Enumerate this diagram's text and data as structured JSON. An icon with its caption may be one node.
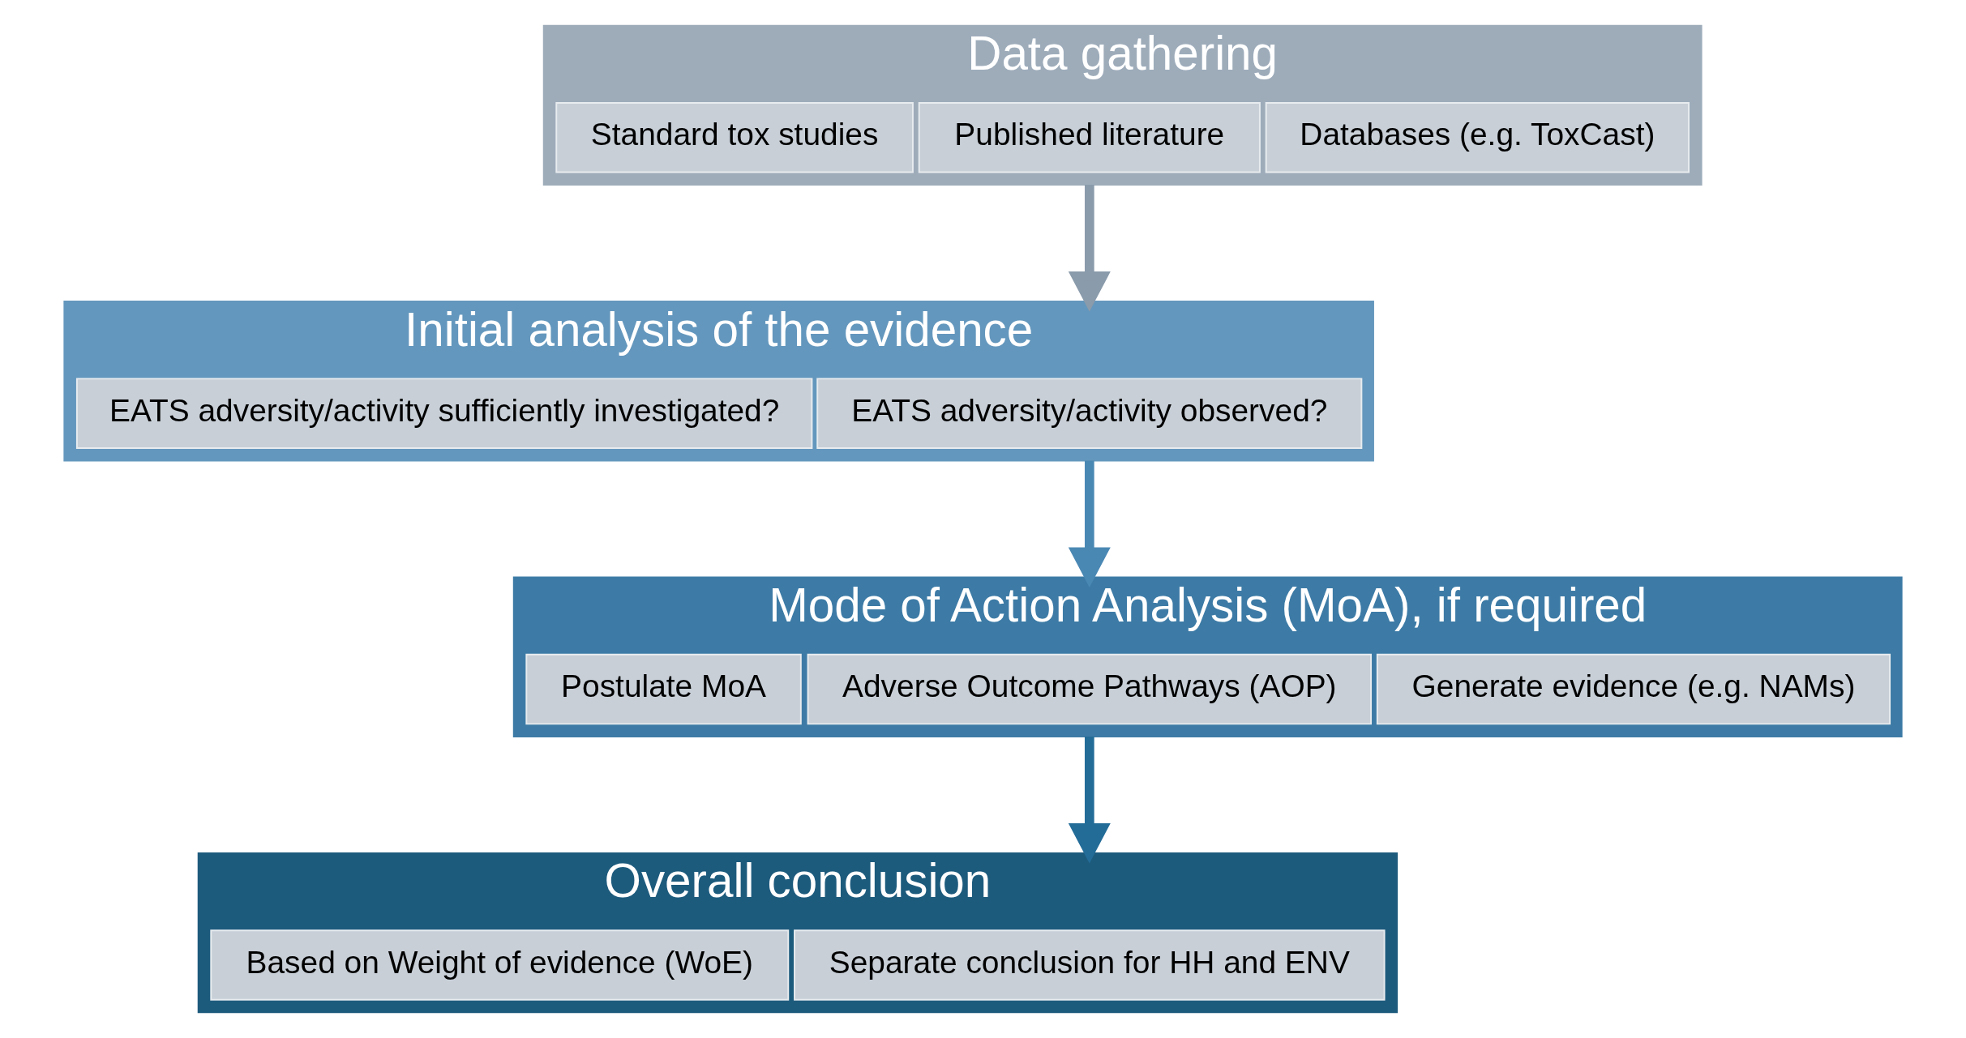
{
  "diagram": {
    "nodes": [
      {
        "text": [
          "Data gathering"
        ]
      },
      {
        "text": [
          "Standard tox studies"
        ],
        "in": 0
      },
      {
        "text": [
          "Published literature"
        ],
        "in": 0
      },
      {
        "text": [
          "Databases (e.g. ToxCast)"
        ],
        "in": 0
      },
      {
        "text": [
          "Initial analysis of the evidence"
        ]
      },
      {
        "text": [
          "EATS adversity/activity sufficiently investigated?"
        ],
        "in": 4
      },
      {
        "text": [
          "EATS adversity/activity observed?"
        ],
        "in": 4
      },
      {
        "text": [
          "Mode of Action Analysis (MoA), if required"
        ]
      },
      {
        "text": [
          "Postulate MoA"
        ],
        "in": 7
      },
      {
        "text": [
          "Adverse Outcome Pathways (AOP)"
        ],
        "in": 7
      },
      {
        "text": [
          "Generate evidence (e.g. NAMs)"
        ],
        "in": 7
      },
      {
        "text": [
          "Overall conclusion"
        ]
      },
      {
        "text": [
          "Based on Weight of evidence (WoE)"
        ],
        "in": 11
      },
      {
        "text": [
          "Separate conclusion for HH and ENV"
        ],
        "in": 11
      }
    ],
    "edges": [
      {
        "from": 0,
        "to": 4,
        "arrow": "to",
        "color": "#8a9bab"
      },
      {
        "from": 4,
        "to": 7,
        "arrow": "to",
        "color": "#4a88b4"
      },
      {
        "from": 7,
        "to": 11,
        "arrow": "to",
        "color": "#236c98"
      }
    ]
  }
}
